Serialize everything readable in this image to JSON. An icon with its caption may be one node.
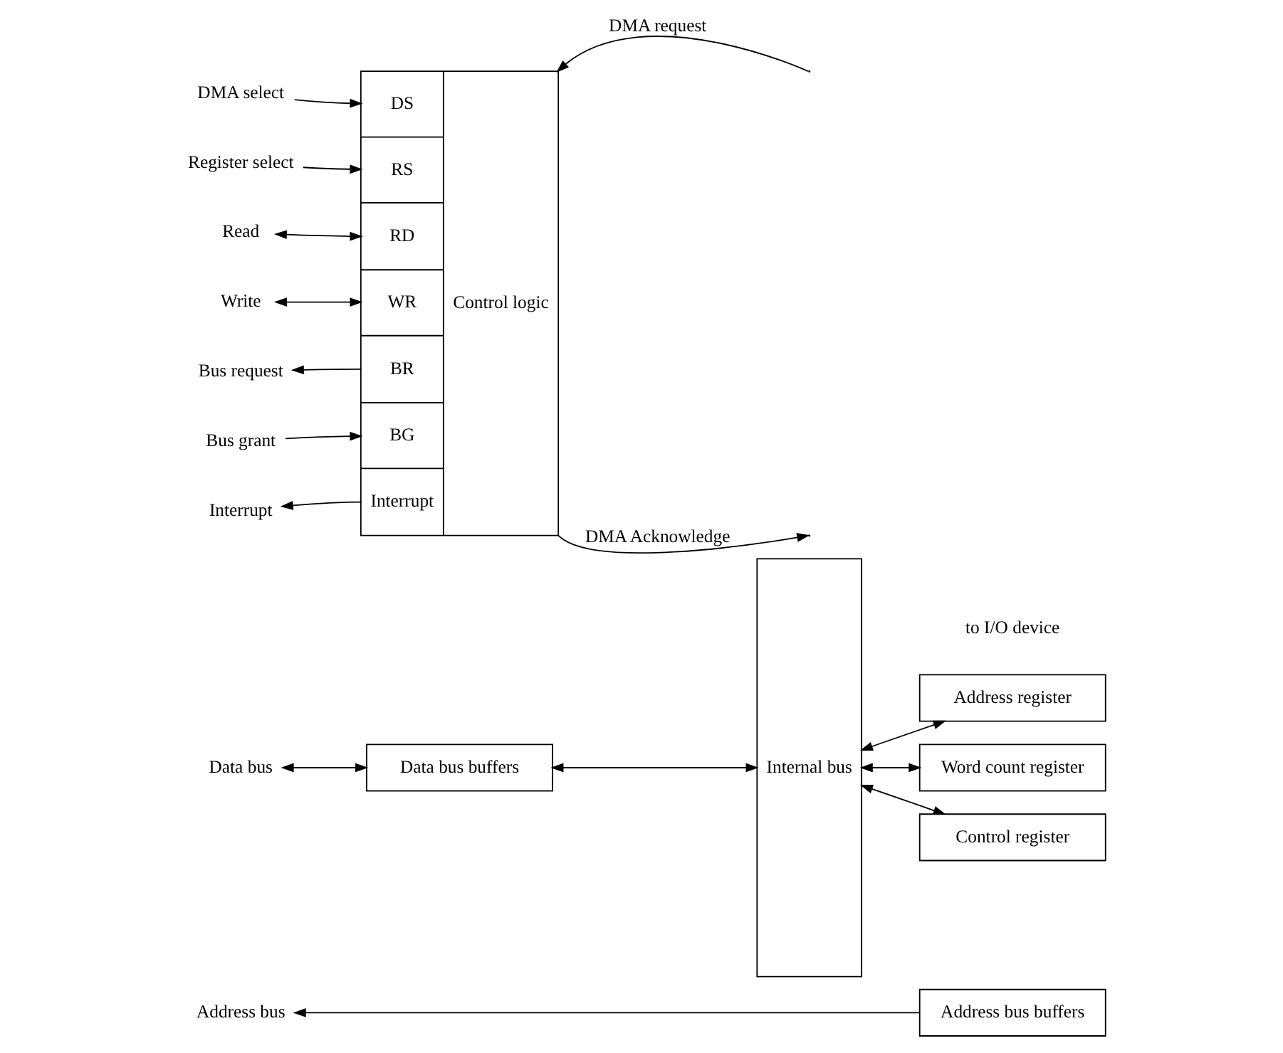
{
  "diagram": {
    "nodes": [
      {
        "text": [
          "Address bus"
        ]
      },
      {
        "text": [
          "Data bus"
        ]
      },
      {
        "text": [
          "Data bus buffers"
        ]
      },
      {
        "text": [
          "Internal bus"
        ]
      },
      {
        "text": [
          "Address bus buffers"
        ]
      },
      {
        "text": [
          "DS",
          "RS",
          "RD",
          "WR",
          "BR",
          "BG",
          "Interrupt",
          "Control logic"
        ]
      },
      {
        "text": [
          "DMA select"
        ]
      },
      {
        "text": [
          "Register select"
        ]
      },
      {
        "text": [
          "Read"
        ]
      },
      {
        "text": [
          "Write"
        ]
      },
      {
        "text": [
          "Bus request"
        ]
      },
      {
        "text": [
          "Bus grant"
        ]
      },
      {
        "text": [
          "Interrupt"
        ]
      },
      {
        "text": [
          "Address register"
        ]
      },
      {
        "text": [
          "Word count register"
        ]
      },
      {
        "text": [
          "Control register"
        ]
      }
    ],
    "edges": [
      {
        "from": 4,
        "to": 0,
        "arrow": "to"
      },
      {
        "from": 1,
        "to": 2,
        "arrow": "both"
      },
      {
        "from": 2,
        "to": 3,
        "arrow": "both"
      },
      {
        "from": 6,
        "to": 5,
        "arrow": "to"
      },
      {
        "from": 7,
        "to": 5,
        "arrow": "to"
      },
      {
        "from": 8,
        "to": 5,
        "arrow": "both"
      },
      {
        "from": 9,
        "to": 5,
        "arrow": "both"
      },
      {
        "from": 5,
        "to": 10,
        "arrow": "to"
      },
      {
        "from": 11,
        "to": 5,
        "arrow": "to"
      },
      {
        "from": 5,
        "to": 12,
        "arrow": "to"
      },
      {
        "from": 3,
        "to": 13,
        "arrow": "both"
      },
      {
        "from": 3,
        "to": 14,
        "arrow": "both"
      },
      {
        "from": 3,
        "to": 15,
        "arrow": "both"
      },
      {
        "from": null,
        "to": 5,
        "arrow": "to",
        "label": "DMA request"
      },
      {
        "from": 5,
        "to": null,
        "arrow": "to",
        "label": "DMA Acknowledge"
      }
    ],
    "labels": [
      "to I/O device"
    ]
  }
}
